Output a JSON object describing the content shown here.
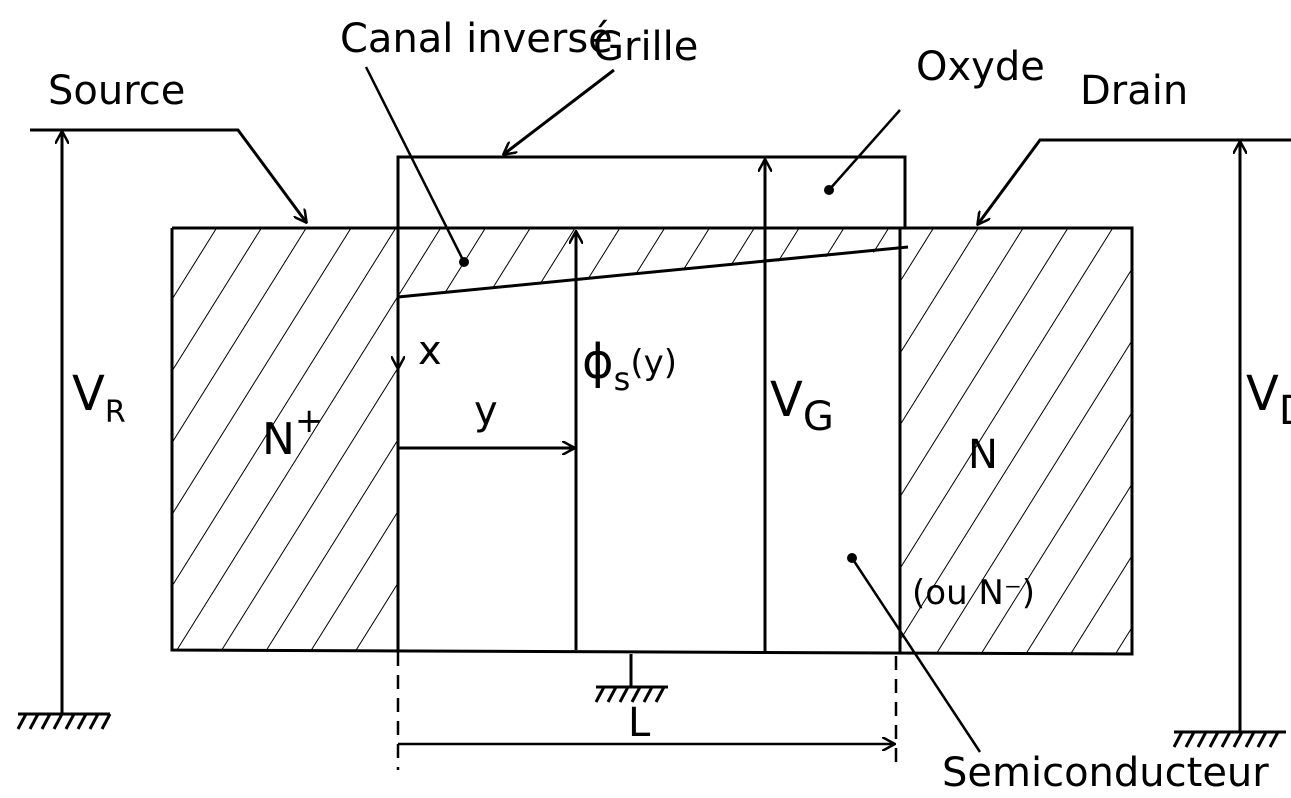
{
  "labels": {
    "source": "Source",
    "canal": "Canal inversé",
    "grille": "Grille",
    "oxyde": "Oxyde",
    "drain": "Drain",
    "vr_main": "V",
    "vr_sub": "R",
    "vd_main": "V",
    "vd_sub": "D",
    "vg_main": "V",
    "vg_sub": "G",
    "n_plus_main": "N",
    "n_plus_sup": "+",
    "n_right": "N",
    "ou_n_minus": "(ou N⁻)",
    "x_axis": "x",
    "y_axis": "y",
    "phi_main": "ϕ",
    "phi_sub": "s",
    "phi_arg": "(y)",
    "length": "L",
    "semiconductor": "Semiconducteur"
  }
}
